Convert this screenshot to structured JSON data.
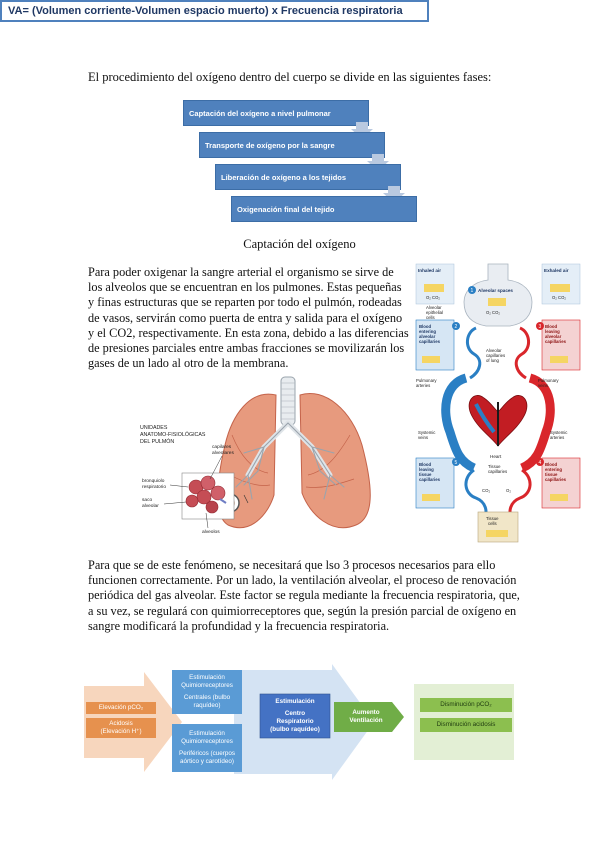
{
  "intro": "El procedimiento del oxígeno dentro del cuerpo se divide en las siguientes fases:",
  "phases": [
    "Captación del oxígeno a nivel pulmonar",
    "Transporte de oxígeno por la sangre",
    "Liberación de oxígeno a los tejidos",
    "Oxigenación final del tejido"
  ],
  "heading": "Captación del oxígeno",
  "paragraph1": [
    "Para poder oxigenar la sangre arterial el organismo se sirve de",
    "los alveolos que se encuentran en los pulmones. Estas pequeñas",
    "y finas estructuras que se reparten por todo el pulmón, rodeadas",
    "de vasos, servirán como puerta de entra y salida para el oxígeno",
    "y el CO2, respectivamente. En esta zona, debido a las diferencias",
    "de presiones parciales entre ambas fracciones se movilizarán los",
    "gases de un lado al otro de la membrana."
  ],
  "lung_figure": {
    "title_lines": [
      "UNIDADES",
      "ANATOMO-FISIOLÓGICAS",
      "DEL PULMÓN"
    ],
    "labels": {
      "capilares": "capilares\nalveolares",
      "bronquiolo": "bronquiolo\nrespiratorio",
      "saco": "saco\nalveolar",
      "alveolos": "alveolos"
    }
  },
  "circulation_figure": {
    "inhaled": "Inhaled air",
    "exhaled": "Exhaled air",
    "alveolar_spaces": "Alveolar spaces",
    "alveolar_epithelial": "Alveolar\nepithelial\ncells",
    "alveolar_capillaries": "Alveolar\ncapillaries\nof lung",
    "blood_entering_alveolar": "Blood\nentering\nalveolar\ncapillaries",
    "blood_leaving_alveolar": "Blood\nleaving\nalveolar\ncapillaries",
    "pulmonary_arteries": "Pulmonary\narteries",
    "pulmonary_veins": "Pulmonary\nveins",
    "systemic_veins": "Systemic\nveins",
    "systemic_arteries": "Systemic\narteries",
    "heart": "Heart",
    "tissue_capillaries": "Tissue\ncapillaries",
    "blood_leaving_tissue": "Blood\nleaving\ntissue\ncapillaries",
    "blood_entering_tissue": "Blood\nentering\ntissue\ncapillaries",
    "tissue_cells": "Tissue\ncells",
    "gases": "O₂  CO₂",
    "co2": "CO₂",
    "o2": "O₂",
    "step_numbers": [
      "1",
      "2",
      "3",
      "4",
      "5"
    ]
  },
  "paragraph2": [
    "Para que se de este fenómeno, se necesitará que lso 3 procesos necesarios para ello",
    "funcionen correctamente. Por un lado, la ventilación alveolar, el proceso de renovación",
    "periódica del gas alveolar. Este factor se regula mediante la frecuencia respiratoria, que,",
    "a su vez, se regulará con quimiorreceptores que, según la presión parcial de oxígeno en",
    "sangre modificará la profundidad y la frecuencia respiratoria."
  ],
  "formula": "VA= (Volumen corriente-Volumen espacio muerto) x Frecuencia respiratoria",
  "regulation": {
    "elevacion_pco2": "Elevación pCO₂",
    "acidosis": "Acidosis\n(Elevación H⁺)",
    "quimio_central_title": "Estimulación\nQuimiorreceptores",
    "quimio_central_sub": "Centrales (bulbo\nraquídeo)",
    "quimio_periferico_title": "Estimulación\nQuimiorreceptores",
    "quimio_periferico_sub": "Periféricos (cuerpos\naórtico y carotídeo)",
    "centro_title": "Estimulación",
    "centro_sub": "Centro\nRespiratorio\n(bulbo raquídeo)",
    "aumento": "Aumento\nVentilación",
    "disminucion_pco2": "Disminución pCO₂",
    "disminucion_acidosis": "Disminución acidosis"
  },
  "colors": {
    "phase_blue": "#4f81bd",
    "orange": "#e6914e",
    "light_blue": "#5a9bd5",
    "green": "#8cbf4f",
    "red_blood": "#d9262b",
    "blue_blood": "#2a7fc4"
  }
}
